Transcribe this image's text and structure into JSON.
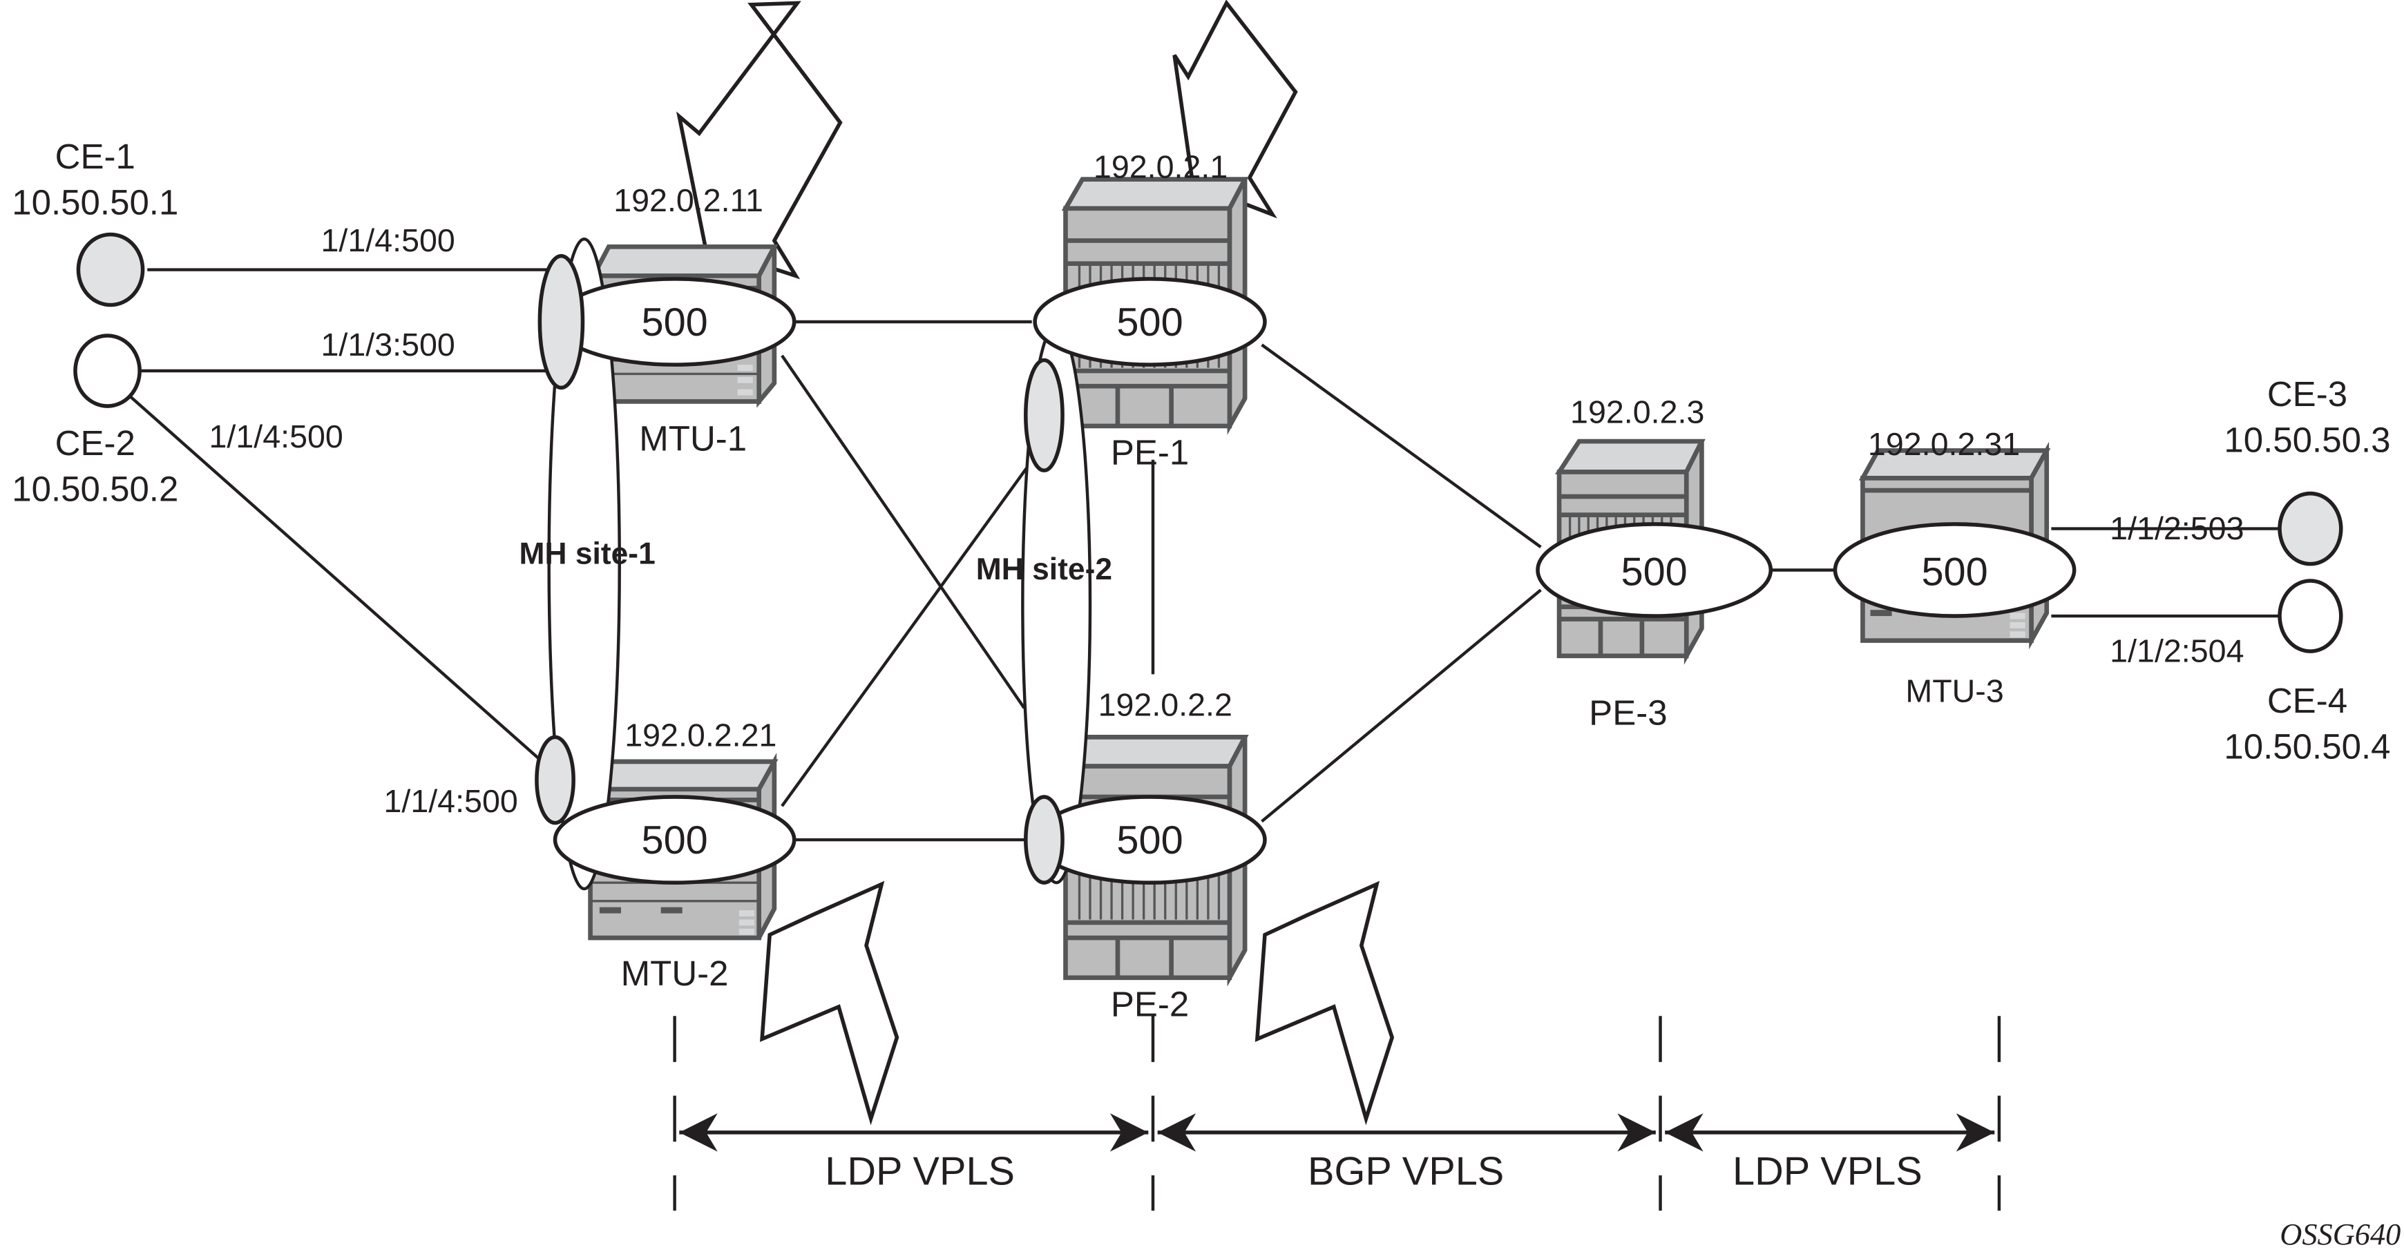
{
  "figure_id": "OSSG640",
  "colors": {
    "line": "#231f20",
    "device_front": "#bdbcbc",
    "device_top": "#d6d7d8",
    "device_outline": "#555657",
    "ce_filled": "#e1e2e4",
    "sap_fill": "#e1e2e4"
  },
  "nodes": {
    "ce1": {
      "name": "CE-1",
      "ip": "10.50.50.1"
    },
    "ce2": {
      "name": "CE-2",
      "ip": "10.50.50.2"
    },
    "ce3": {
      "name": "CE-3",
      "ip": "10.50.50.3"
    },
    "ce4": {
      "name": "CE-4",
      "ip": "10.50.50.4"
    },
    "mtu1": {
      "name": "MTU-1",
      "ip": "192.0.2.11",
      "service": "500"
    },
    "mtu2": {
      "name": "MTU-2",
      "ip": "192.0.2.21",
      "service": "500"
    },
    "mtu3": {
      "name": "MTU-3",
      "ip": "192.0.2.31",
      "service": "500"
    },
    "pe1": {
      "name": "PE-1",
      "ip": "192.0.2.1",
      "service": "500"
    },
    "pe2": {
      "name": "PE-2",
      "ip": "192.0.2.2",
      "service": "500"
    },
    "pe3": {
      "name": "PE-3",
      "ip": "192.0.2.3",
      "service": "500"
    }
  },
  "saps": {
    "ce1_mtu1": "1/1/4:500",
    "ce2_mtu1": "1/1/3:500",
    "ce2_side": "1/1/4:500",
    "ce2_mtu2": "1/1/4:500",
    "mtu3_ce3": "1/1/2:503",
    "mtu3_ce4": "1/1/2:504"
  },
  "multihoming": {
    "site1": "MH site-1",
    "site2": "MH site-2"
  },
  "segments": [
    {
      "label": "LDP VPLS"
    },
    {
      "label": "BGP VPLS"
    },
    {
      "label": "LDP VPLS"
    }
  ]
}
